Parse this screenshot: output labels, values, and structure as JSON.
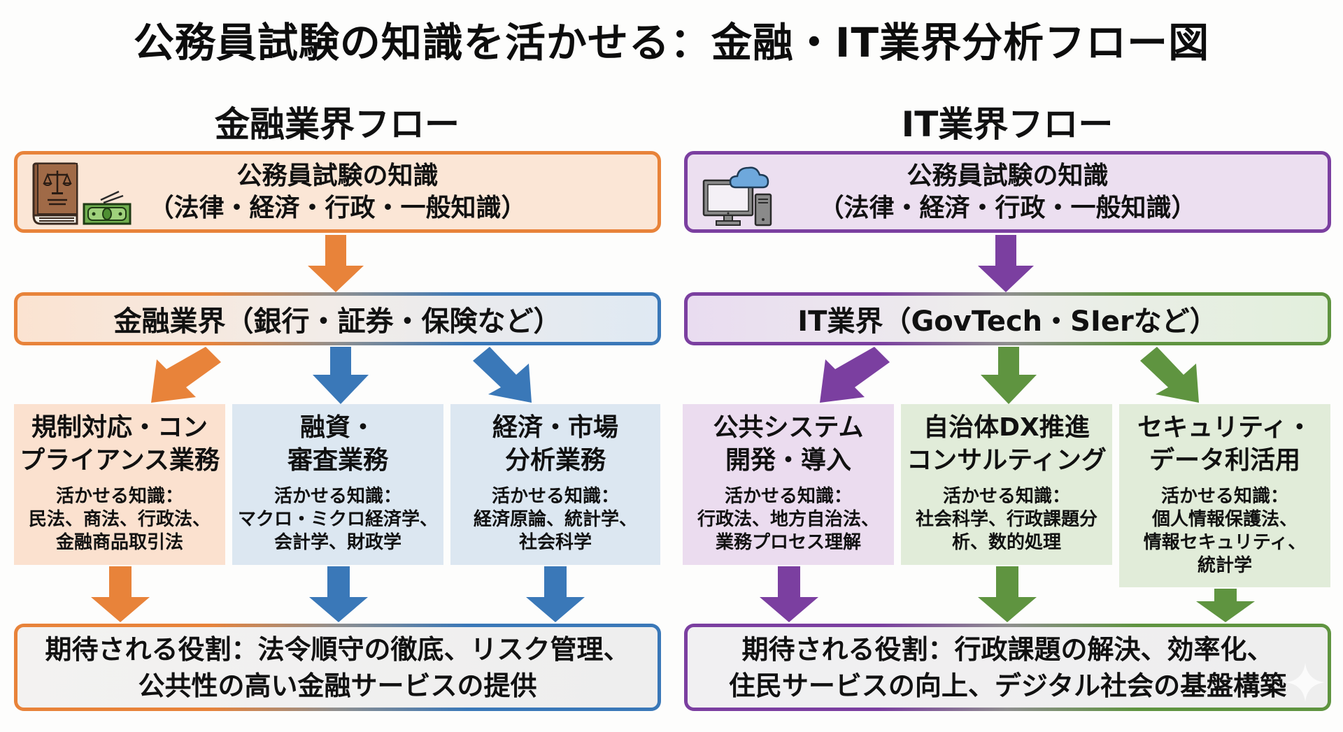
{
  "title": "公務員試験の知識を活かせる：金融・IT業界分析フロー図",
  "colors": {
    "finance_orange": "#e8833a",
    "finance_blue": "#3a78b8",
    "it_purple": "#7b3fa0",
    "it_green": "#5f9440"
  },
  "finance": {
    "heading": "金融業界フロー",
    "source": {
      "line1": "公務員試験の知識",
      "line2": "（法律・経済・行政・一般知識）",
      "icons": [
        "law-book-scales-icon",
        "money-banknote-icon"
      ]
    },
    "industry": "金融業界（銀行・証券・保険など）",
    "cards": [
      {
        "title": [
          "規制対応・コン",
          "プライアンス業務"
        ],
        "knowledge_label": "活かせる知識：",
        "knowledge": [
          "民法、商法、行政法、",
          "金融商品取引法"
        ]
      },
      {
        "title": [
          "融資・",
          "審査業務"
        ],
        "knowledge_label": "活かせる知識：",
        "knowledge": [
          "マクロ・ミクロ経済学、",
          "会計学、財政学"
        ]
      },
      {
        "title": [
          "経済・市場",
          "分析業務"
        ],
        "knowledge_label": "活かせる知識：",
        "knowledge": [
          "経済原論、統計学、",
          "社会科学"
        ]
      }
    ],
    "role": {
      "line1": "期待される役割：法令順守の徹底、リスク管理、",
      "line2": "公共性の高い金融サービスの提供"
    }
  },
  "it": {
    "heading": "IT業界フロー",
    "source": {
      "line1": "公務員試験の知識",
      "line2": "（法律・経済・行政・一般知識）",
      "icons": [
        "computer-cloud-icon"
      ]
    },
    "industry": "IT業界（GovTech・SIerなど）",
    "cards": [
      {
        "title": [
          "公共システム",
          "開発・導入"
        ],
        "knowledge_label": "活かせる知識：",
        "knowledge": [
          "行政法、地方自治法、",
          "業務プロセス理解"
        ]
      },
      {
        "title": [
          "自治体DX推進",
          "コンサルティング"
        ],
        "knowledge_label": "活かせる知識：",
        "knowledge": [
          "社会科学、行政課題分",
          "析、数的処理"
        ]
      },
      {
        "title": [
          "セキュリティ・",
          "データ利活用"
        ],
        "knowledge_label": "活かせる知識：",
        "knowledge": [
          "個人情報保護法、",
          "情報セキュリティ、",
          "統計学"
        ]
      }
    ],
    "role": {
      "line1": "期待される役割：行政課題の解決、効率化、",
      "line2": "住民サービスの向上、デジタル社会の基盤構築"
    }
  }
}
